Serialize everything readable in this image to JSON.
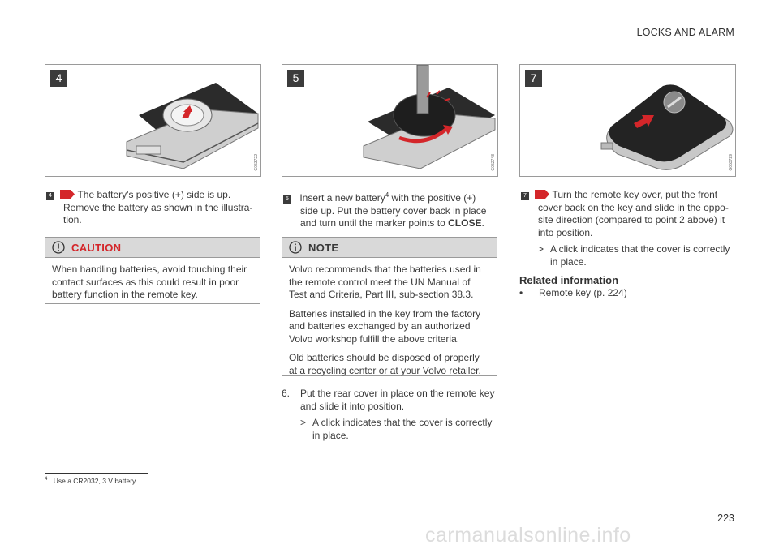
{
  "header": {
    "title": "LOCKS AND ALARM"
  },
  "figures": [
    {
      "number": "4",
      "code": "G053722"
    },
    {
      "number": "5",
      "code": "G052748"
    },
    {
      "number": "7",
      "code": "G053729"
    }
  ],
  "step4": {
    "num": "4",
    "tag": "1",
    "line1": "The battery's positive (+) side is up.",
    "line2": "Remove the battery as shown in the illustra-",
    "line3": "tion."
  },
  "caution": {
    "title": "CAUTION",
    "lines": [
      "When handling batteries, avoid touching their",
      "contact surfaces as this could result in poor",
      "battery function in the remote key."
    ]
  },
  "step5": {
    "num": "5",
    "line1_a": "Insert a new battery",
    "line1_sup": "4",
    "line1_b": " with the positive (+)",
    "line2": "side up. Put the battery cover back in place",
    "line3_a": "and turn until the marker points to ",
    "line3_b": "CLOSE",
    "line3_c": "."
  },
  "note": {
    "title": "NOTE",
    "p1": [
      "Volvo recommends that the batteries used in",
      "the remote control meet the UN Manual of",
      "Test and Criteria, Part III, sub-section 38.3."
    ],
    "p2": [
      "Batteries installed in the key from the factory",
      "and batteries exchanged by an authorized",
      "Volvo workshop fulfill the above criteria."
    ],
    "p3": [
      "Old batteries should be disposed of properly",
      "at a recycling center or at your Volvo retailer."
    ]
  },
  "step6": {
    "num": "6.",
    "line1": "Put the rear cover in place on the remote key",
    "line2": "and slide it into position.",
    "result_mark": ">",
    "result1": "A click indicates that the cover is correctly",
    "result2": "in place."
  },
  "step7": {
    "num": "7",
    "tag": "1",
    "line1": "Turn the remote key over, put the front",
    "line2": "cover back on the key and slide in the oppo-",
    "line3": "site direction (compared to point 2 above) it",
    "line4": "into position.",
    "result_mark": ">",
    "result1": "A click indicates that the cover is correctly",
    "result2": "in place."
  },
  "related": {
    "title": "Related information",
    "bullet": "•",
    "item": "Remote key (p. 224)"
  },
  "footnote": {
    "num": "4",
    "text": "Use a CR2032, 3 V battery."
  },
  "page_number": "223",
  "watermark": "carmanualsonline.info",
  "colors": {
    "accent_red": "#d4262a",
    "box_header": "#d9d9d9",
    "label_bg": "#3b3b3b"
  }
}
